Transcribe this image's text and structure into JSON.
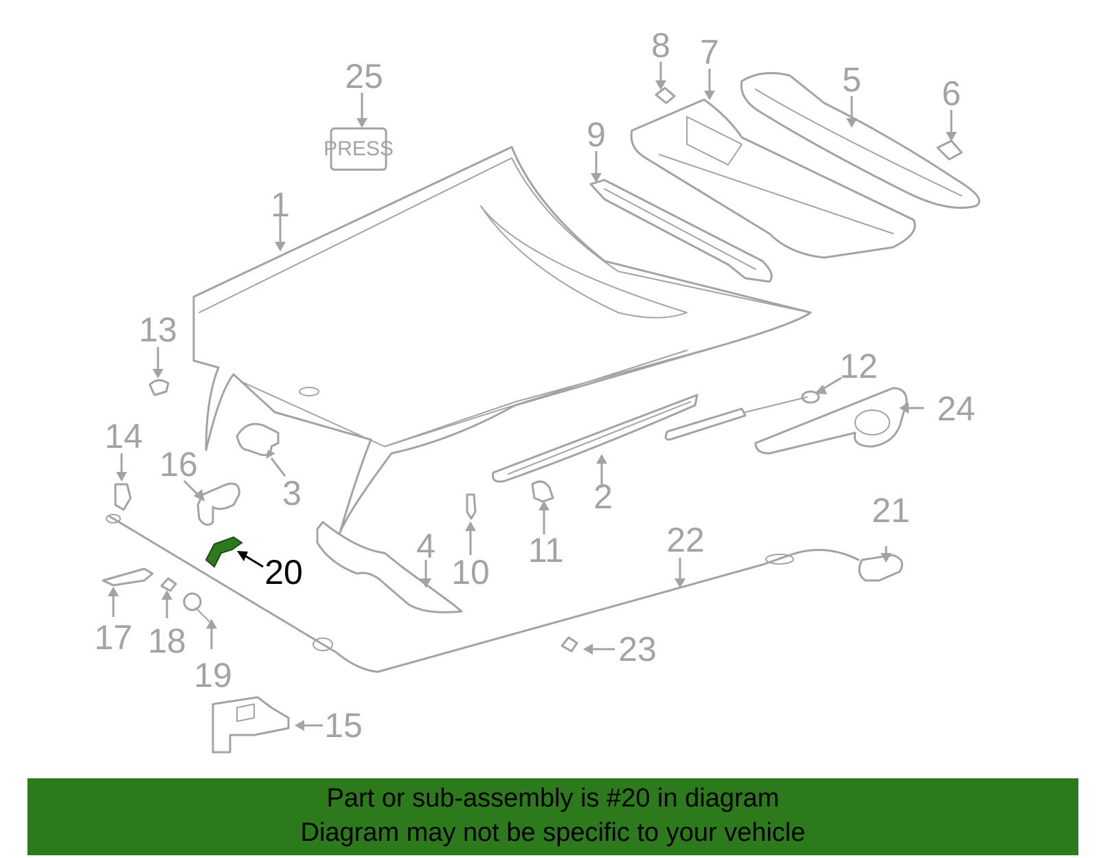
{
  "diagram": {
    "callouts": [
      "1",
      "2",
      "3",
      "4",
      "5",
      "6",
      "7",
      "8",
      "9",
      "10",
      "11",
      "12",
      "13",
      "14",
      "15",
      "16",
      "17",
      "18",
      "19",
      "20",
      "21",
      "22",
      "23",
      "24",
      "25"
    ],
    "highlighted": "20",
    "press_label": "PRESS",
    "colors": {
      "part_line": "#a3a3a3",
      "highlight_part": "#2d7a1d",
      "highlight_label": "#000000"
    }
  },
  "banner": {
    "line1": "Part or sub-assembly is #20 in diagram",
    "line2": "Diagram may not be specific to your vehicle",
    "background": "#2d7a1d"
  }
}
